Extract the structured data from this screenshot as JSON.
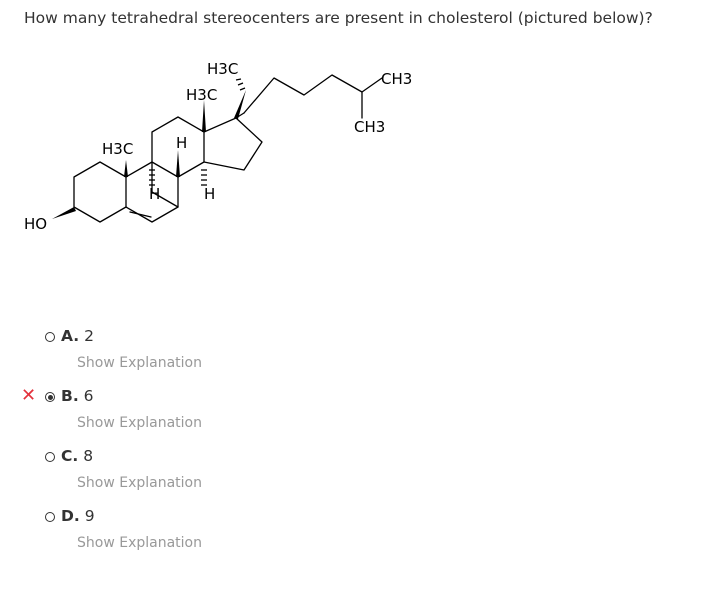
{
  "question": {
    "text": "How many tetrahedral stereocenters are present in cholesterol (pictured below)?"
  },
  "molecule": {
    "labels": {
      "ho": "HO",
      "h3c_top": "H3C",
      "h3c_mid": "H3C",
      "h3c_left": "H3C",
      "h_top": "H",
      "h_bottom_left": "H",
      "h_bottom_right": "H",
      "ch3_right": "CH3",
      "ch3_bottom": "CH3"
    }
  },
  "options": [
    {
      "letter": "A.",
      "value": "2",
      "selected": false,
      "mark": "",
      "explanation": "Show Explanation"
    },
    {
      "letter": "B.",
      "value": "6",
      "selected": true,
      "mark": "✕",
      "explanation": "Show Explanation"
    },
    {
      "letter": "C.",
      "value": "8",
      "selected": false,
      "mark": "",
      "explanation": "Show Explanation"
    },
    {
      "letter": "D.",
      "value": "9",
      "selected": false,
      "mark": "",
      "explanation": "Show Explanation"
    }
  ],
  "colors": {
    "text": "#333333",
    "wrong_mark": "#e3313c",
    "explanation_link": "#999999"
  }
}
